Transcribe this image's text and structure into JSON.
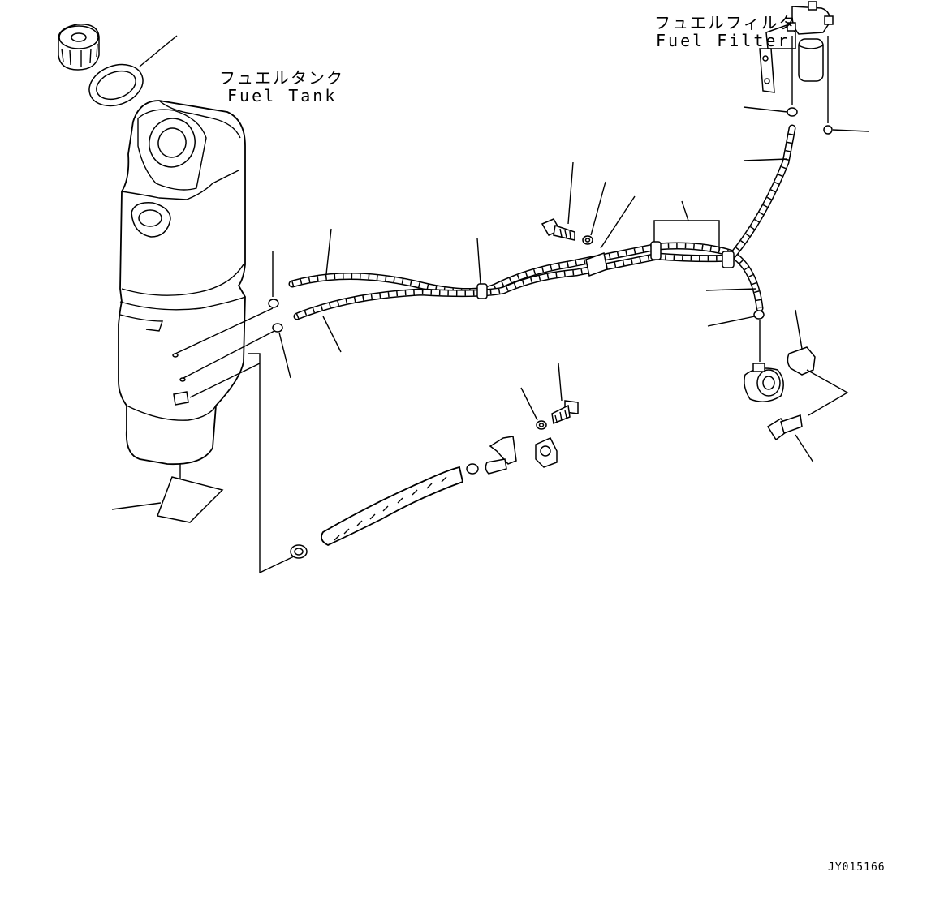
{
  "labels": {
    "fuel_tank_jp": "フュエルタンク",
    "fuel_tank_en": "Fuel Tank",
    "fuel_filter_jp": "フュエルフィルタ",
    "fuel_filter_en": "Fuel Filter"
  },
  "figure_id": "JY015166"
}
